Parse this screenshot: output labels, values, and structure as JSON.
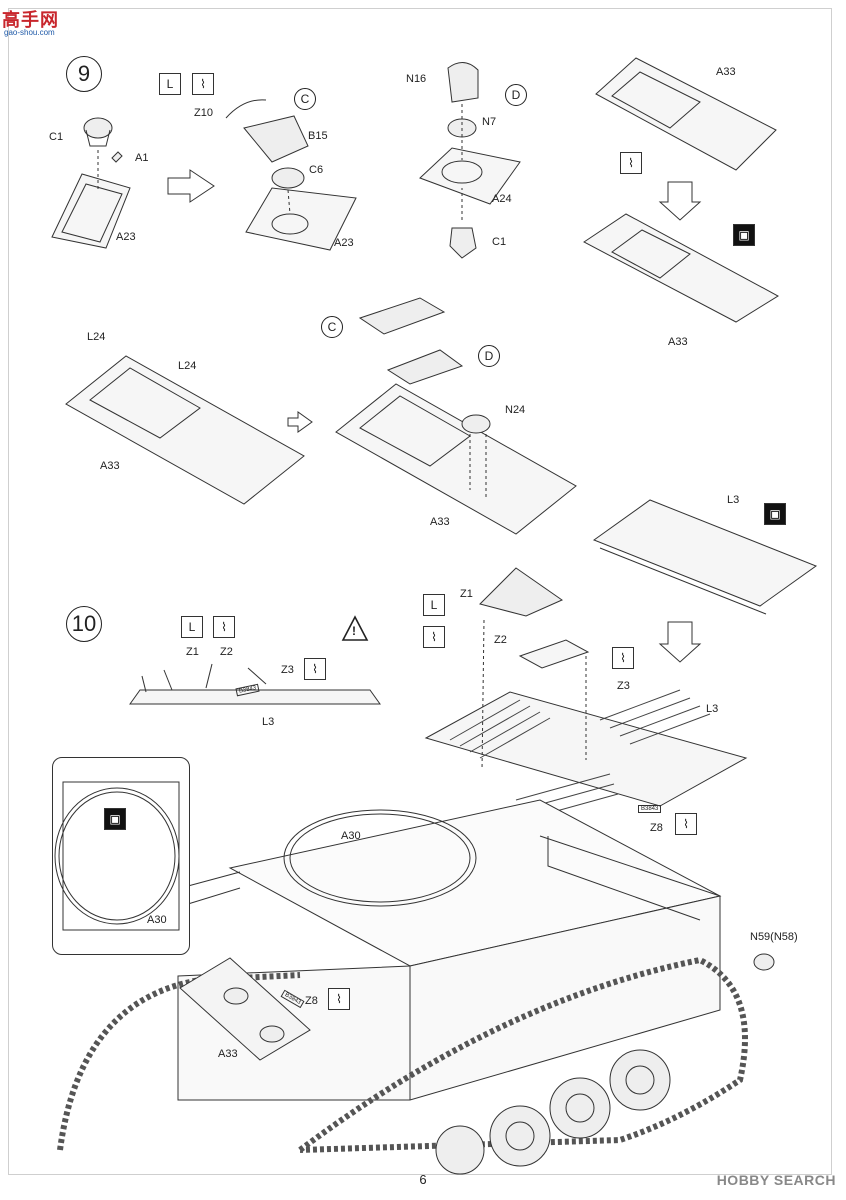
{
  "watermark": {
    "text": "高手网",
    "sub": "gao-shou.com"
  },
  "steps": {
    "nine": "9",
    "ten": "10"
  },
  "subassemblies": {
    "c": "C",
    "d": "D"
  },
  "labels": {
    "c1a": "C1",
    "a1": "A1",
    "a23a": "A23",
    "z10": "Z10",
    "b15": "B15",
    "c6": "C6",
    "a23b": "A23",
    "n16": "N16",
    "n7": "N7",
    "a24": "A24",
    "c1b": "C1",
    "a33a": "A33",
    "a33b": "A33",
    "l24a": "L24",
    "l24b": "L24",
    "a33c": "A33",
    "n24": "N24",
    "a33d": "A33",
    "l3a": "L3",
    "z1a": "Z1",
    "z2a": "Z2",
    "z3a": "Z3",
    "l3b": "L3",
    "z1b": "Z1",
    "z2b": "Z2",
    "z3b": "Z3",
    "l3c": "L3",
    "a30a": "A30",
    "a30b": "A30",
    "z8a": "Z8",
    "n59": "N59(N58)",
    "z8b": "Z8",
    "a33e": "A33",
    "decal1": "B3843",
    "decal2": "B3843",
    "decal3": "B3843"
  },
  "warning": "!",
  "page_number": "6",
  "footer_logo": "HOBBY SEARCH"
}
